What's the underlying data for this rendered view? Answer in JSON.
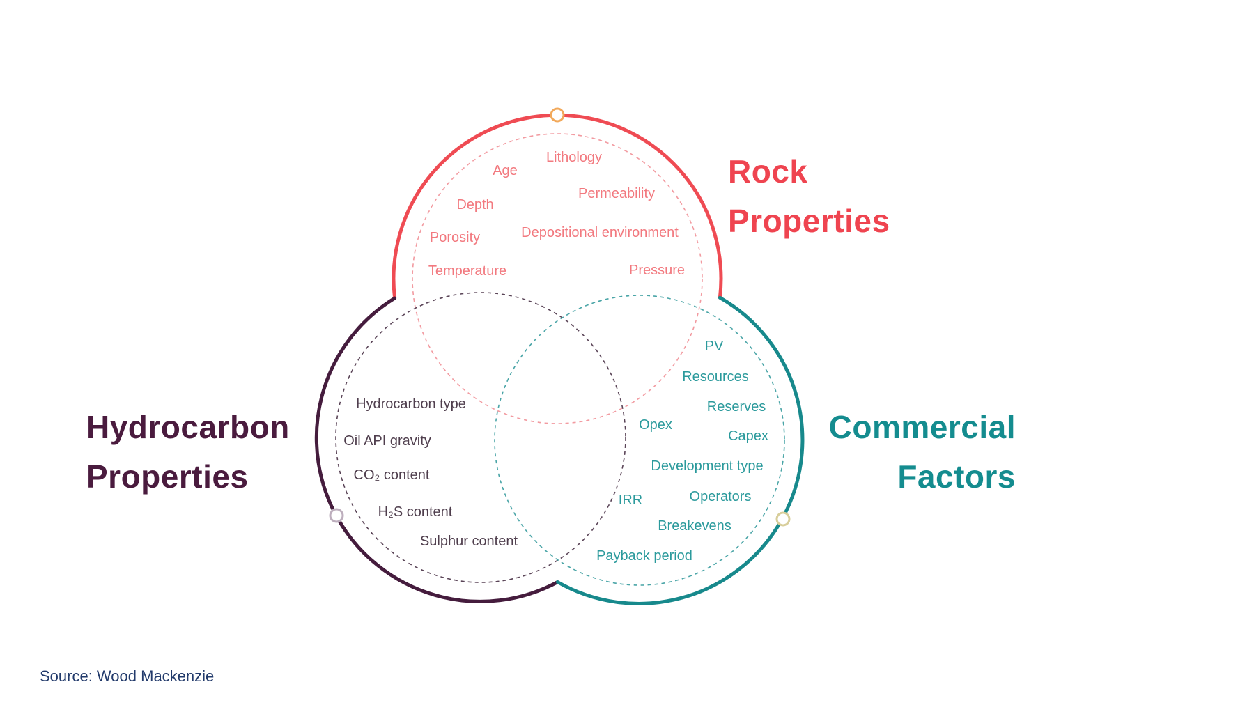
{
  "page": {
    "background_color": "#ffffff",
    "source_note": "Source: Wood Mackenzie"
  },
  "venn": {
    "rock": {
      "title_line1": "Rock",
      "title_line2": "Properties",
      "color": "#EF4B53",
      "dashed_color": "#F29AA0",
      "item_color": "#F2797F",
      "node_color": "#F2A95B",
      "items": [
        "Lithology",
        "Age",
        "Permeability",
        "Depth",
        "Depositional environment",
        "Porosity",
        "Temperature",
        "Pressure"
      ]
    },
    "hydrocarbon": {
      "title_line1": "Hydrocarbon",
      "title_line2": "Properties",
      "color": "#451C3D",
      "dashed_color": "#5A4457",
      "item_color": "#4F3E4D",
      "node_color": "#BDAEBD",
      "items": [
        "Hydrocarbon type",
        "Oil API gravity",
        "CO₂ content",
        "H₂S content",
        "Sulphur content"
      ]
    },
    "commercial": {
      "title_line1": "Commercial",
      "title_line2": "Factors",
      "color": "#17898C",
      "dashed_color": "#4AA5A7",
      "item_color": "#2B9A9C",
      "node_color": "#D8CE9B",
      "items": [
        "PV",
        "Resources",
        "Reserves",
        "Opex",
        "Capex",
        "Development type",
        "IRR",
        "Operators",
        "Breakevens",
        "Payback period"
      ]
    }
  }
}
